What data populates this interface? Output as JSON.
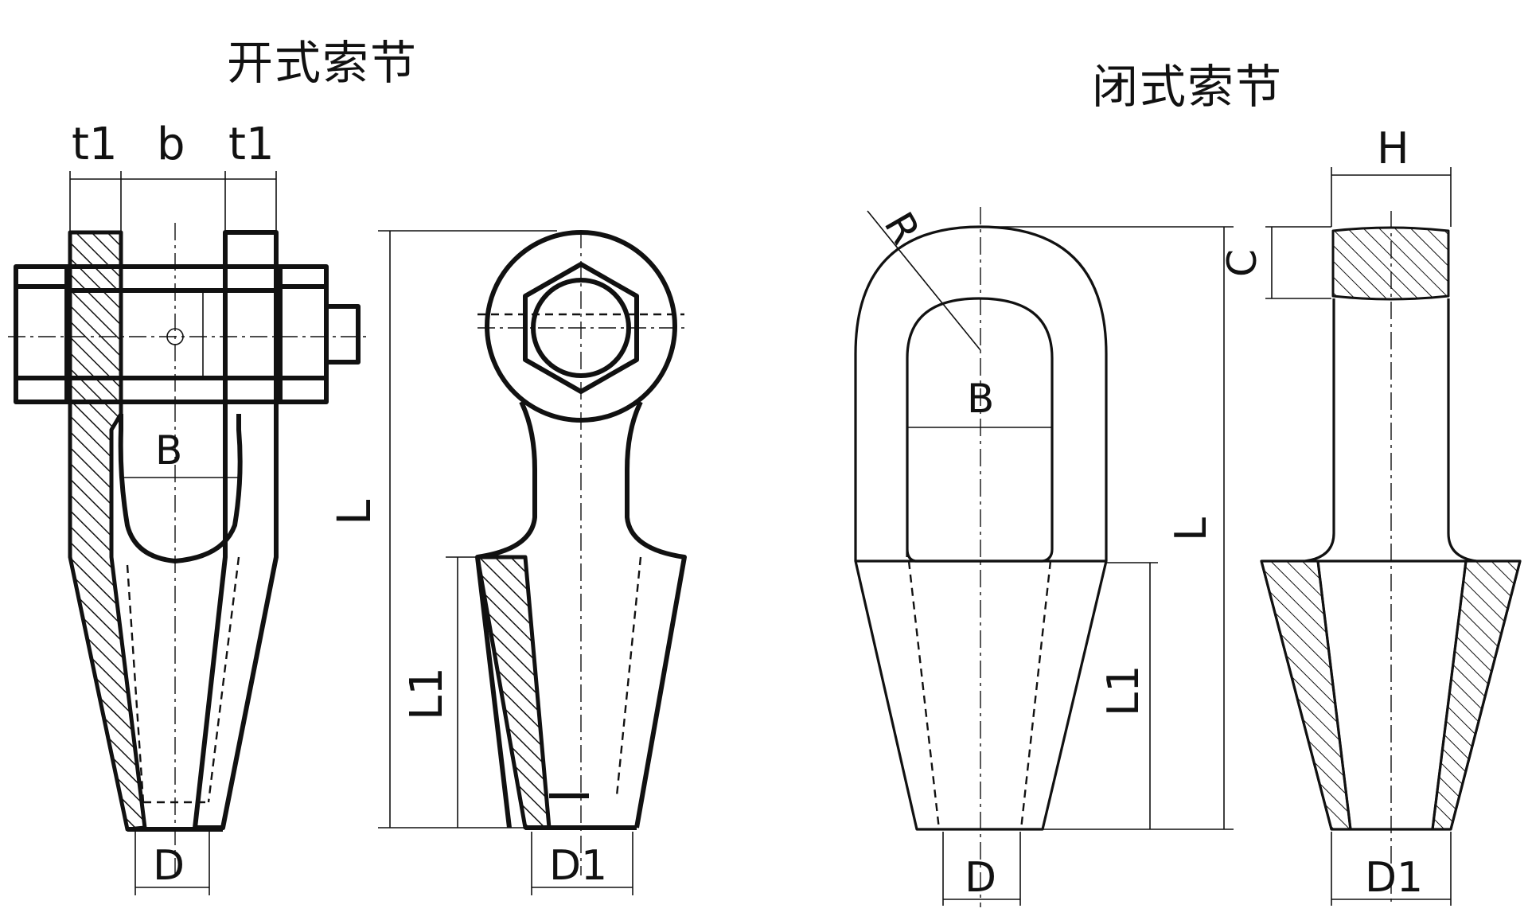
{
  "titles": {
    "open_socket": "开式索节",
    "closed_socket": "闭式索节"
  },
  "labels": {
    "t1_left": "t1",
    "b": "b",
    "t1_right": "t1",
    "B_open": "B",
    "D_open": "D",
    "L_open": "L",
    "L1_open": "L1",
    "D1_open": "D1",
    "R": "R",
    "B_closed": "B",
    "L_closed": "L",
    "L1_closed": "L1",
    "D_closed": "D",
    "H": "H",
    "C": "C",
    "D1_closed": "D1"
  }
}
